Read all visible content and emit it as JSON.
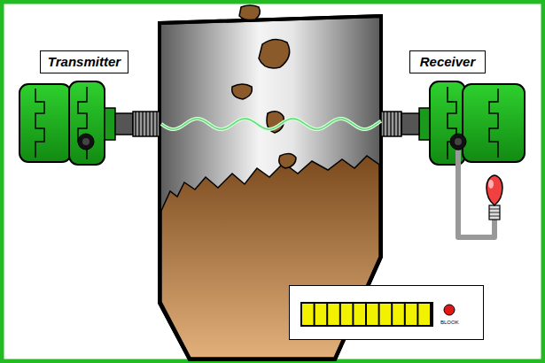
{
  "diagram": {
    "nodes": [
      {
        "text": [
          "Transmitter"
        ]
      },
      {
        "text": [
          "Receiver"
        ]
      },
      {
        "text": [
          "BLOOK"
        ]
      }
    ]
  }
}
